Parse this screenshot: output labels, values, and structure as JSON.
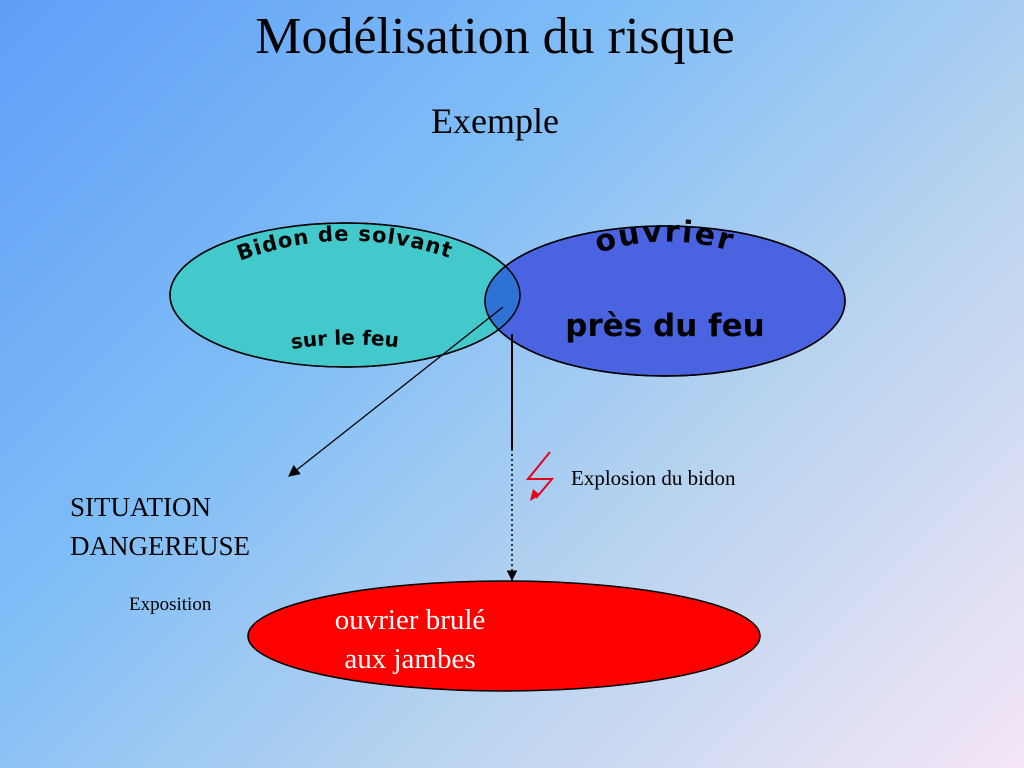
{
  "title": "Modélisation du risque",
  "subtitle": "Exemple",
  "nodes": {
    "danger": {
      "line1": "Bidon de solvant",
      "line2": "sur le feu",
      "color": "#43c8cc"
    },
    "target": {
      "line1": "ouvrier",
      "line2": "près du feu",
      "color": "#4a63e0"
    },
    "damage": {
      "line1": "ouvrier brulé",
      "line2": "aux jambes",
      "color": "#ff0000"
    },
    "overlap_color": "#2e72d6"
  },
  "labels": {
    "situation_line1": "SITUATION",
    "situation_line2": "DANGEREUSE",
    "event": "Explosion du bidon",
    "exposition": "Exposition"
  },
  "colors": {
    "event_icon": "#e8001a",
    "arrow": "#000000"
  },
  "icons": {
    "event": "lightning-icon"
  }
}
